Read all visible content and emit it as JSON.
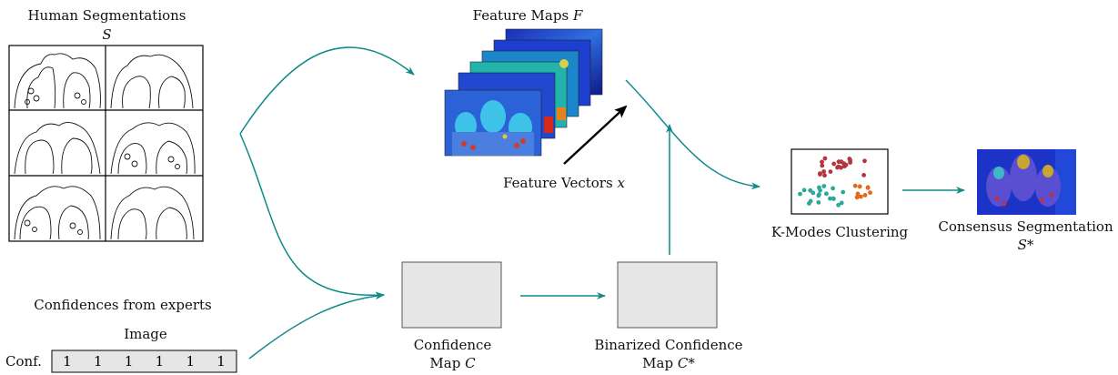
{
  "human_segmentations": {
    "title": "Human Segmentations",
    "symbol": "S"
  },
  "feature_maps": {
    "title": "Feature Maps",
    "symbol": "F"
  },
  "feature_vectors": {
    "title": "Feature Vectors",
    "symbol": "x"
  },
  "kmodes": {
    "label": "K-Modes Clustering",
    "colors": [
      "#b5343e",
      "#2aa99b",
      "#e06a1b"
    ]
  },
  "consensus": {
    "title": "Consensus Segmentation",
    "symbol": "S*"
  },
  "confidences": {
    "title": "Confidences from experts",
    "image_label": "Image",
    "row_label": "Conf.",
    "values": [
      "1",
      "1",
      "1",
      "1",
      "1",
      "1"
    ]
  },
  "confidence_map": {
    "line1": "Confidence",
    "line2": "Map",
    "symbol": "C"
  },
  "binarized_map": {
    "line1": "Binarized Confidence",
    "line2": "Map",
    "symbol": "C*"
  },
  "colors": {
    "arrow": "#108a8a",
    "placeholder_fill": "#e6e6e6"
  }
}
